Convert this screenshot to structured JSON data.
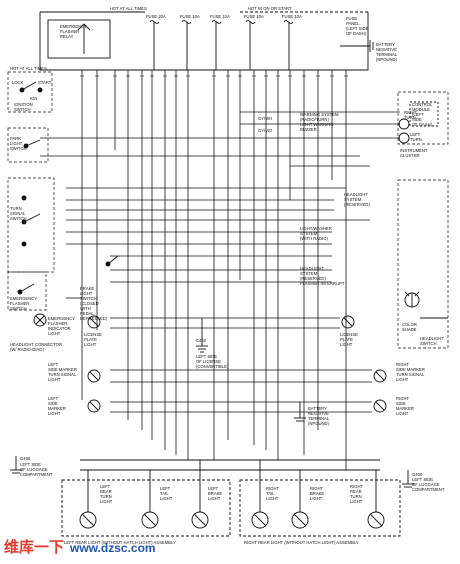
{
  "top": {
    "hot_note": "HOT AT ALL TIMES",
    "hot_run_note": "HOT IN ON OR START",
    "flasher_relay": [
      "EMERGENCY",
      "FLASHER",
      "RELAY"
    ],
    "fuse_labels": [
      "FUSE 20A",
      "FUSE 10A",
      "FUSE 10A",
      "FUSE 10A",
      "FUSE 10A"
    ],
    "fuse_panel": [
      "FUSE",
      "PANEL",
      "(LEFT SIDE",
      "OF DASH)"
    ],
    "battery_terminal": [
      "BATTERY",
      "NEGATIVE",
      "TERMINAL",
      "(NPOUND)"
    ]
  },
  "left_top": {
    "hot_note": "HOT AT ALL TIMES",
    "lock": "LOCK",
    "start": "START",
    "ign": "IGN",
    "switch": [
      "IGNITION",
      "SWITCH"
    ]
  },
  "park_light_switch": [
    "PARK",
    "LIGHT",
    "SWITCH"
  ],
  "turn_signal_switch": [
    "TURN",
    "SIGNAL",
    "SWITCH"
  ],
  "emergency_flasher_switch": [
    "EMERGENCY",
    "FLASHER",
    "SWITCH"
  ],
  "brake_light_switch": [
    "BRAKE",
    "LIGHT",
    "SWITCH",
    "(CLOSED",
    "WITH",
    "PEDAL",
    "DEPRESSED)"
  ],
  "emergency_flasher_indicator": [
    "EMERGENCY",
    "FLASHER",
    "INDICATOR",
    "LIGHT"
  ],
  "headlight_connector": [
    "HEADLIGHT CONNECTOR",
    "(W/ RADIO-DIAG)"
  ],
  "left_license_light": [
    "LICENSE",
    "PLATE",
    "LIGHT"
  ],
  "right_license_light": [
    "LICENSE",
    "PLATE",
    "LIGHT"
  ],
  "c403": [
    "C403",
    "LEFT SIDE",
    "OF LICENSE",
    "(CONVERTIBLE)"
  ],
  "left_front_lights": [
    [
      "LEFT",
      "SIDE MARKER",
      "TURN SIGNAL",
      "LIGHT"
    ],
    [
      "LEFT",
      "SIDE",
      "MARKER",
      "LIGHT"
    ]
  ],
  "right_front_lights": [
    [
      "RIGHT",
      "SIDE MARKER",
      "TURN SIGNAL",
      "LIGHT"
    ],
    [
      "RIGHT",
      "SIDE",
      "MARKER",
      "LIGHT"
    ]
  ],
  "battery_negative": [
    "BATTERY",
    "NEGATIVE",
    "TERMINAL",
    "(NPOUND)"
  ],
  "right_panel": {
    "control_module": [
      "CONTROL",
      "MODULE",
      "(LEFT",
      "SIDE",
      "OF DASH)"
    ],
    "left_turn": [
      "LEFT",
      "TURN"
    ],
    "right_turn": [
      "RIGHT",
      "TURN"
    ],
    "instrument_cluster": [
      "INSTRUMENT",
      "CLUSTER"
    ],
    "headlight_switch": [
      "HEADLIGHT",
      "SWITCH"
    ],
    "color_shade": [
      "COLOR",
      "SHADE"
    ]
  },
  "right_mid_labels": [
    "WARNING SYSTEM",
    "(RADIO/TURN)",
    "LIGHT WARNING",
    "BUZZER",
    "GY/WH",
    "GY/VIO",
    "HEADLIGHT",
    "SYSTEM",
    "(RESERVED)",
    "LIGHT/WASHER",
    "SYSTEM",
    "(WITH RADIO)",
    "HEADLIGHT",
    "SYSTEM",
    "(RESERVED)",
    "FLASHER INTERRUPT"
  ],
  "left_ground": [
    "G405",
    "LEFT SIDE",
    "OF LUGGAGE",
    "COMPARTMENT"
  ],
  "right_ground": [
    "G400",
    "LEFT SIDE",
    "OF LUGGAGE",
    "COMPARTMENT"
  ],
  "bottom_left_lights": [
    [
      "LEFT",
      "REAR",
      "TURN",
      "LIGHT"
    ],
    [
      "LEFT",
      "TAIL",
      "LIGHT"
    ],
    [
      "LEFT",
      "BRAKE",
      "LIGHT"
    ]
  ],
  "bottom_right_lights": [
    [
      "RIGHT",
      "TAIL",
      "LIGHT"
    ],
    [
      "RIGHT",
      "BRAKE",
      "LIGHT"
    ],
    [
      "RIGHT",
      "REAR",
      "TURN",
      "LIGHT"
    ]
  ],
  "left_assembly": "LEFT REAR LIGHT (WITHOUT HATCH LIGHT) ASSEMBLY",
  "right_assembly": "RIGHT REAR LIGHT (WITHOUT HATCH LIGHT) ASSEMBLY",
  "watermark": {
    "brand": "维库一下",
    "url": "www.dzsc.com"
  }
}
